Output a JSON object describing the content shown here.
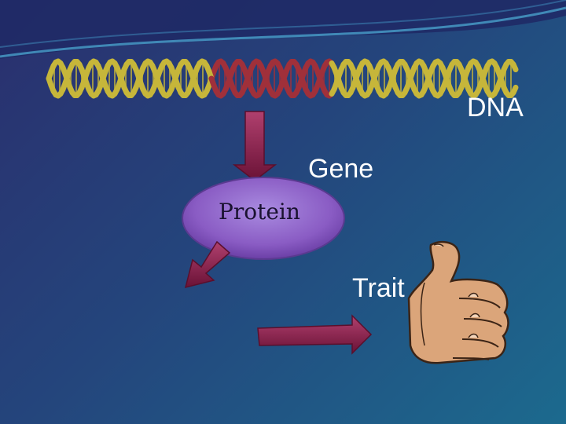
{
  "diagram": {
    "labels": {
      "dna": "DNA",
      "gene": "Gene",
      "protein": "Protein",
      "trait": "Trait"
    },
    "icons": {
      "dna": "dna-double-helix-icon",
      "trait": "thumbs-up-hand-icon",
      "arrows": "arrow-icon"
    },
    "colors": {
      "background_start": "#2a2f6e",
      "background_end": "#1c6a8e",
      "helix_gold": "#c6b63a",
      "helix_red": "#a0303a",
      "protein_fill": "#8a5cc4",
      "arrow_fill": "#8a1e4a",
      "hand_fill": "#dba57a"
    }
  }
}
